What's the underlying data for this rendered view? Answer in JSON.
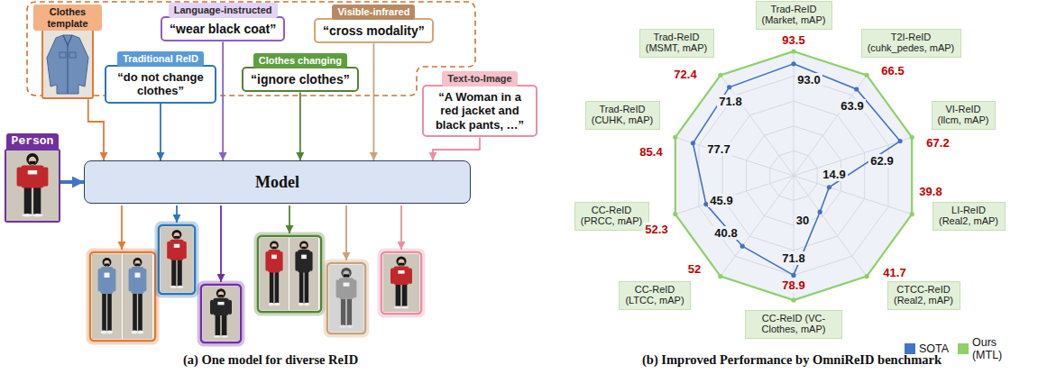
{
  "diagram": {
    "nodes": [
      {
        "text": [
          "Clothes template"
        ]
      },
      {
        "text": [
          "Language-instructed",
          "“wear black coat”"
        ]
      },
      {
        "text": [
          "Visible-infrared",
          "“cross modality”"
        ]
      },
      {
        "text": [
          "Traditional ReID",
          "“do not change clothes”"
        ]
      },
      {
        "text": [
          "Clothes changing",
          "“ignore clothes”"
        ]
      },
      {
        "text": [
          "Text-to-Image",
          "“A Woman in a red jacket and black pants, …”"
        ]
      },
      {
        "text": [
          "Person"
        ]
      },
      {
        "text": [
          "Model"
        ]
      },
      {
        "text": [
          "Trad-ReID (Market, mAP)"
        ]
      },
      {
        "text": [
          "T2I-ReID (cuhk_pedes, mAP)"
        ]
      },
      {
        "text": [
          "VI-ReID (llcm, mAP)"
        ]
      },
      {
        "text": [
          "LI-ReID (Real2, mAP)"
        ]
      },
      {
        "text": [
          "CTCC-ReID (Real2, mAP)"
        ]
      },
      {
        "text": [
          "CC-ReID (VC-Clothes, mAP)"
        ]
      },
      {
        "text": [
          "CC-ReID (LTCC, mAP)"
        ]
      },
      {
        "text": [
          "CC-ReID (PRCC, mAP)"
        ]
      },
      {
        "text": [
          "Trad-ReID (CUHK, mAP)"
        ]
      },
      {
        "text": [
          "Trad-ReID (MSMT, mAP)"
        ]
      }
    ],
    "edges": [
      {
        "from": 0,
        "to": 7,
        "arrow": "to"
      },
      {
        "from": 1,
        "to": 7,
        "arrow": "to"
      },
      {
        "from": 2,
        "to": 7,
        "arrow": "to"
      },
      {
        "from": 3,
        "to": 7,
        "arrow": "to"
      },
      {
        "from": 4,
        "to": 7,
        "arrow": "to"
      },
      {
        "from": 5,
        "to": 7,
        "arrow": "to"
      },
      {
        "from": 6,
        "to": 7,
        "arrow": "to"
      }
    ],
    "labels": [
      "93.5",
      "66.5",
      "67.2",
      "39.8",
      "41.7",
      "78.9",
      "52",
      "52.3",
      "85.4",
      "72.4",
      "93.0",
      "63.9",
      "62.9",
      "14.9",
      "30",
      "71.8",
      "40.8",
      "45.9",
      "77.7",
      "71.8",
      "(a) One model for diverse ReID",
      "(b) Improved Performance by OmniReID benchmark"
    ],
    "legend": [
      {
        "text": "SOTA",
        "color": "#4472c4"
      },
      {
        "text": "Ours (MTL)",
        "color": "#8fd06a"
      }
    ]
  }
}
